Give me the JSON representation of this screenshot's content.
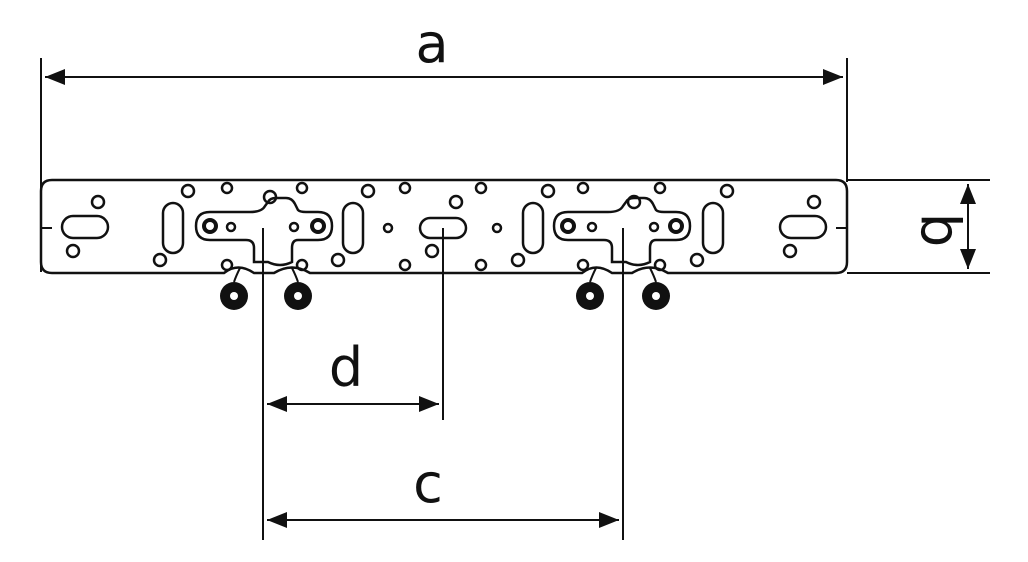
{
  "dimensions": {
    "a": "a",
    "b": "b",
    "c": "c",
    "d": "d"
  },
  "colors": {
    "line": "#111111",
    "background": "#ffffff"
  }
}
